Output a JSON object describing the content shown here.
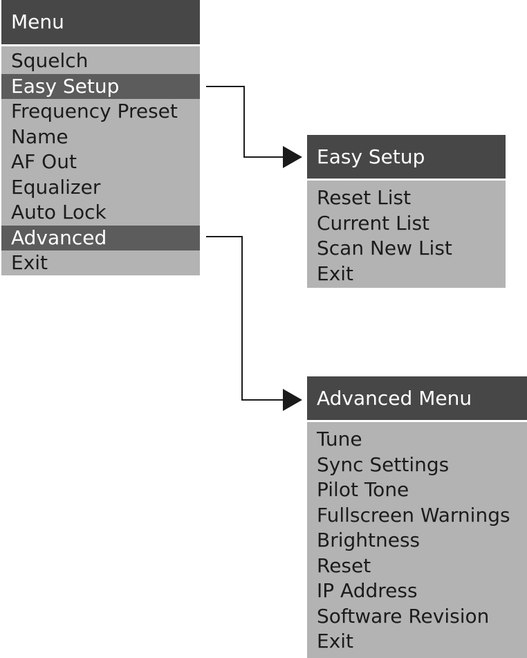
{
  "main_menu": {
    "title": "Menu",
    "items": [
      {
        "label": "Squelch",
        "selected": false
      },
      {
        "label": "Easy Setup",
        "selected": true
      },
      {
        "label": "Frequency Preset",
        "selected": false
      },
      {
        "label": "Name",
        "selected": false
      },
      {
        "label": "AF Out",
        "selected": false
      },
      {
        "label": "Equalizer",
        "selected": false
      },
      {
        "label": "Auto Lock",
        "selected": false
      },
      {
        "label": "Advanced",
        "selected": true
      },
      {
        "label": "Exit",
        "selected": false
      }
    ]
  },
  "easy_setup_menu": {
    "title": "Easy Setup",
    "items": [
      {
        "label": "Reset List"
      },
      {
        "label": "Current List"
      },
      {
        "label": "Scan New List"
      },
      {
        "label": "Exit"
      }
    ]
  },
  "advanced_menu": {
    "title": "Advanced Menu",
    "items": [
      {
        "label": "Tune"
      },
      {
        "label": "Sync Settings"
      },
      {
        "label": "Pilot Tone"
      },
      {
        "label": "Fullscreen Warnings"
      },
      {
        "label": "Brightness"
      },
      {
        "label": "Reset"
      },
      {
        "label": "IP Address"
      },
      {
        "label": "Software Revision"
      },
      {
        "label": "Exit"
      }
    ]
  },
  "colors": {
    "header_bg": "#474747",
    "body_bg": "#b3b3b3",
    "selected_bg": "#5c5c5c",
    "text": "#1c1c1c",
    "connector": "#1a1a1a"
  }
}
